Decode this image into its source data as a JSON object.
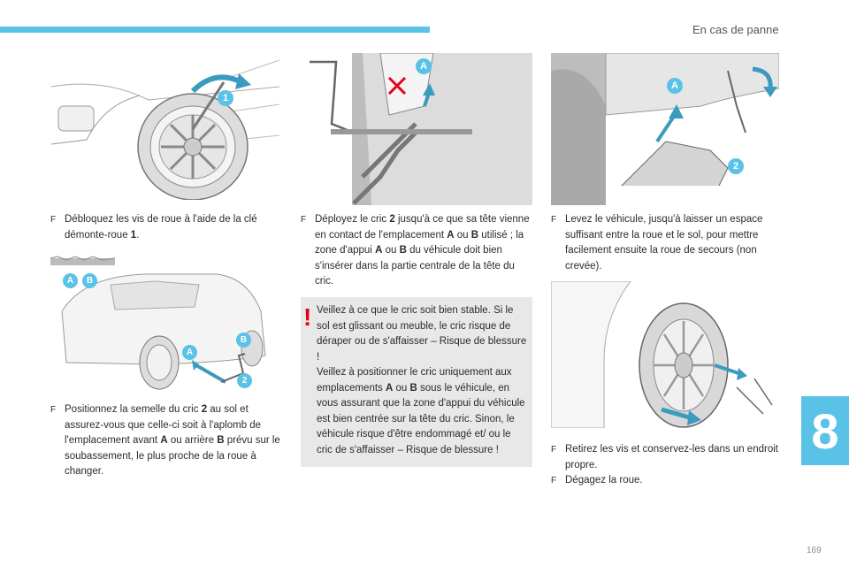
{
  "header": {
    "section_title": "En cas de panne",
    "page_number": "169",
    "chapter_number": "8",
    "accent_color": "#5bc2e7"
  },
  "labels": {
    "one": "1",
    "two": "2",
    "a": "A",
    "b": "B"
  },
  "steps": [
    {
      "bullet": "F",
      "parts": [
        "Débloquez les vis de roue à l'aide de la clé démonte-roue ",
        "1",
        "."
      ]
    },
    {
      "bullet": "F",
      "parts": [
        "Positionnez la semelle du cric ",
        "2",
        " au sol et assurez-vous que celle-ci soit à l'aplomb de l'emplacement avant ",
        "A",
        " ou arrière ",
        "B",
        " prévu sur le soubassement, le plus proche de la roue à changer."
      ]
    },
    {
      "bullet": "F",
      "parts": [
        "Déployez le cric ",
        "2",
        " jusqu'à ce que sa tête vienne en contact de l'emplacement ",
        "A",
        " ou ",
        "B",
        " utilisé ; la zone d'appui ",
        "A",
        " ou ",
        "B",
        " du véhicule doit bien s'insérer dans la partie centrale de la tête du cric."
      ]
    },
    {
      "bullet": "F",
      "parts": [
        "Levez le véhicule, jusqu'à laisser un espace suffisant entre la roue et le sol, pour mettre facilement ensuite la roue de secours (non crevée)."
      ]
    },
    {
      "bullet": "F",
      "parts": [
        "Retirez les vis et conservez-les dans un endroit propre."
      ]
    },
    {
      "bullet": "F",
      "parts": [
        "Dégagez la roue."
      ]
    }
  ],
  "warning": {
    "mark": "!",
    "para1": "Veillez à ce que le cric soit bien stable. Si le sol est glissant ou meuble, le cric risque de déraper ou de s'affaisser – Risque de blessure !",
    "para2": [
      "Veillez à positionner le cric uniquement aux emplacements ",
      "A",
      " ou ",
      "B",
      " sous le véhicule, en vous assurant que la zone d'appui du véhicule est bien centrée sur la tête du cric. Sinon, le véhicule risque d'être endommagé et/ ou le cric de s'affaisser – Risque de blessure !"
    ]
  },
  "colors": {
    "badge_blue": "#5bc2e7",
    "warn_red": "#e2001a",
    "arrow_teal": "#3a9bbf"
  }
}
